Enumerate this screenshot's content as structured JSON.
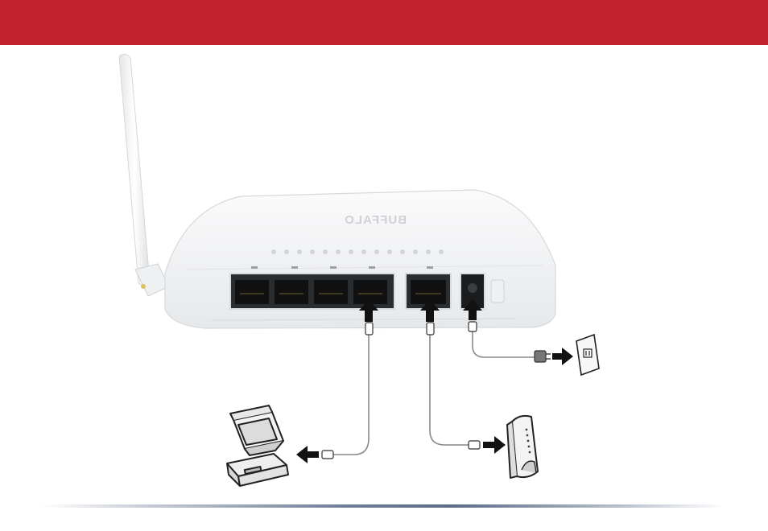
{
  "header": {
    "color": "#c1212e"
  },
  "router": {
    "brand_text": "BUFFALO",
    "lan_ports": 4,
    "wan_ports": 1,
    "led_count": 14
  },
  "icons": {
    "antenna": "antenna-icon",
    "computer": "desktop-computer-icon",
    "modem": "modem-icon",
    "wall_outlet": "wall-outlet-icon",
    "arrow": "arrow-icon",
    "plug": "plug-icon"
  },
  "colors": {
    "router_body": "#f4f5f6",
    "cable": "#8a8a8a",
    "arrow": "#111111",
    "footer_rule": "#5a6c86"
  }
}
